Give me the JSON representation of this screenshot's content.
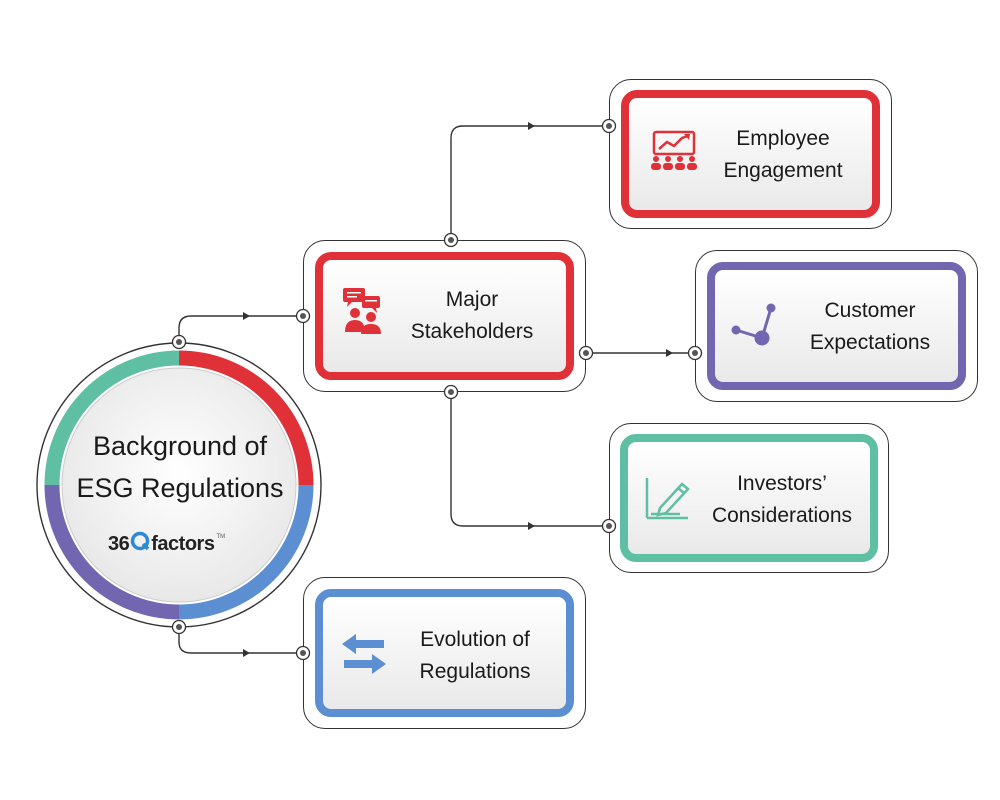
{
  "center": {
    "title_line1": "Background of",
    "title_line2": "ESG Regulations",
    "logo_number": "36",
    "logo_q": "Q",
    "logo_word": "factors",
    "logo_tm": "TM",
    "ring_colors": [
      "#e03038",
      "#5b8fd1",
      "#7266b0",
      "#5fbfa3"
    ]
  },
  "nodes": {
    "stakeholders": {
      "line1": "Major",
      "line2": "Stakeholders",
      "color": "#e03038",
      "icon": "speaking-people-icon"
    },
    "employee": {
      "line1": "Employee",
      "line2": "Engagement",
      "color": "#e03038",
      "icon": "presentation-audience-icon"
    },
    "customer": {
      "line1": "Customer",
      "line2": "Expectations",
      "color": "#7266b0",
      "icon": "node-connection-icon"
    },
    "investors": {
      "line1": "Investors’",
      "line2": "Considerations",
      "color": "#5fbfa3",
      "icon": "pencil-chart-icon"
    },
    "evolution": {
      "line1": "Evolution of",
      "line2": "Regulations",
      "color": "#5b8fd1",
      "icon": "exchange-arrows-icon"
    }
  }
}
